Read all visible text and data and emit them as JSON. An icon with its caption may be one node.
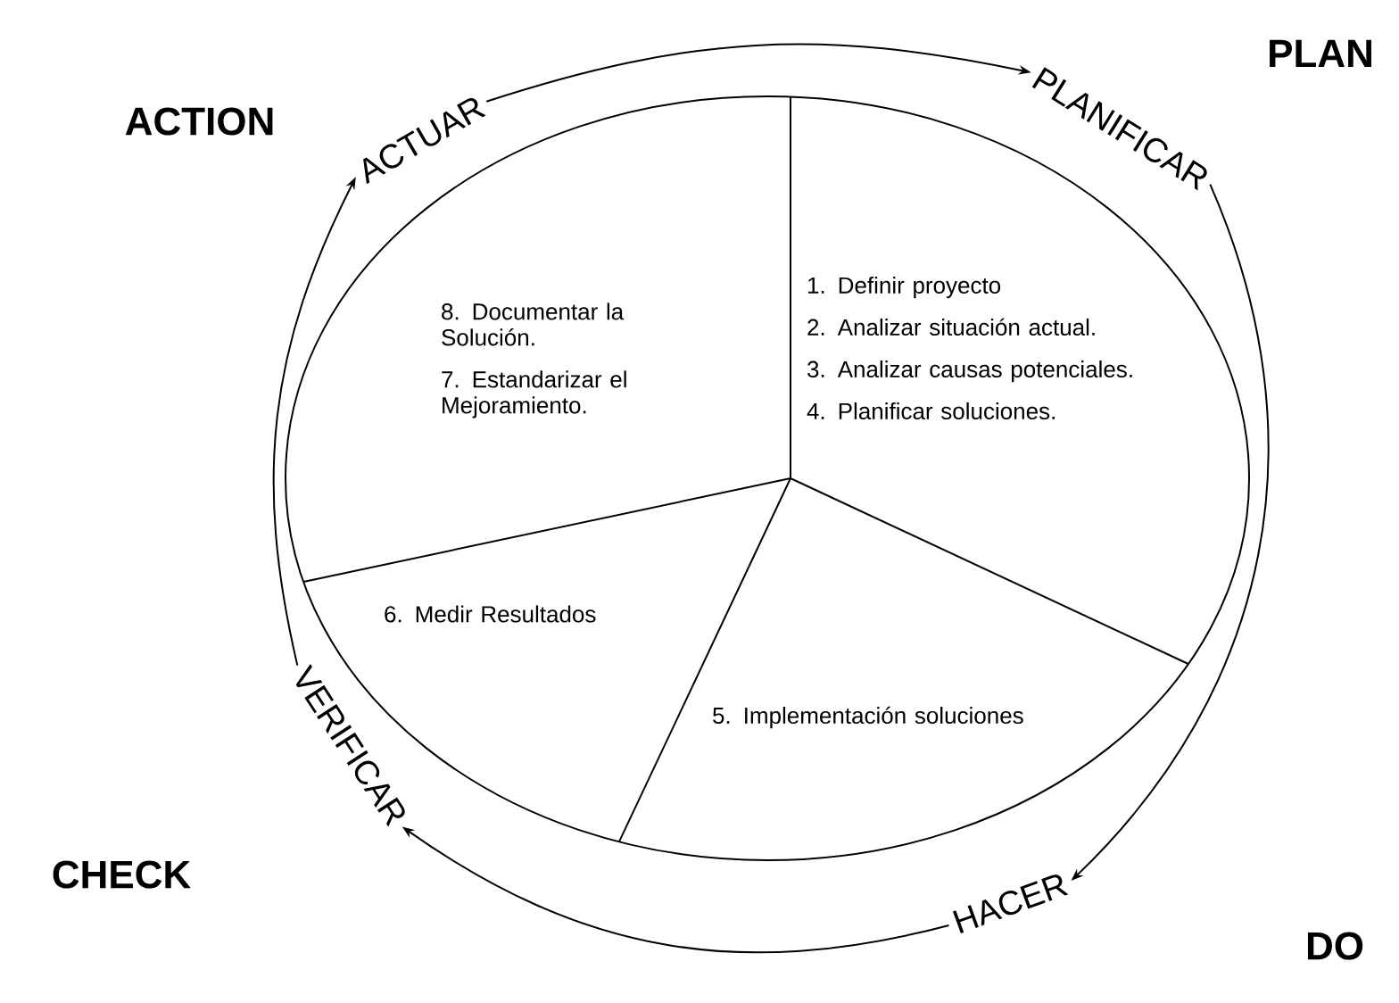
{
  "diagram": {
    "nodes": [
      {
        "text": [
          "ACTUAR"
        ]
      },
      {
        "text": [
          "PLANIFICAR"
        ]
      },
      {
        "text": [
          "HACER"
        ]
      },
      {
        "text": [
          "VERIFICAR"
        ]
      },
      {
        "text": [
          "1. Definir proyecto",
          "2. Analizar situación actual.",
          "3. Analizar causas potenciales.",
          "4. Planificar soluciones."
        ]
      },
      {
        "text": [
          "5. Implementación soluciones"
        ]
      },
      {
        "text": [
          "6. Medir Resultados"
        ]
      },
      {
        "text": [
          "8. Documentar la Solución.",
          "7. Estandarizar el Mejoramiento."
        ]
      }
    ],
    "edges": [
      {
        "from": 0,
        "to": 1,
        "arrow": "to"
      },
      {
        "from": 1,
        "to": 2,
        "arrow": "to"
      },
      {
        "from": 2,
        "to": 3,
        "arrow": "to"
      },
      {
        "from": 3,
        "to": 0,
        "arrow": "to"
      }
    ],
    "labels": [
      "ACTION",
      "PLAN",
      "CHECK",
      "DO"
    ]
  }
}
